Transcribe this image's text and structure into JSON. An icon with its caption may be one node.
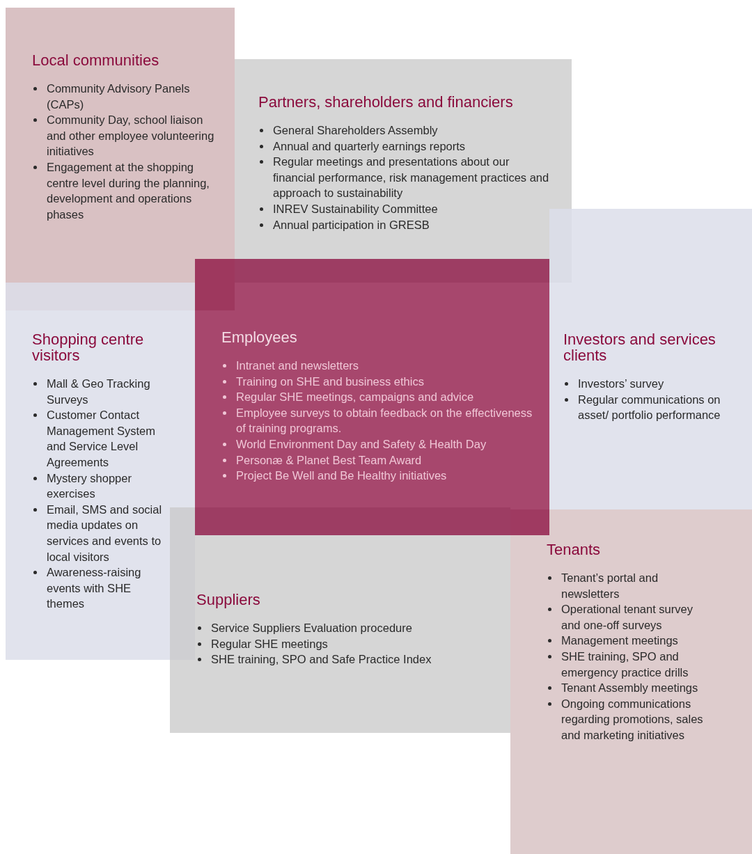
{
  "diagram": {
    "nodes": [
      {
        "text": [
          "Local communities",
          "Community Advisory Panels (CAPs)",
          "Community Day, school liaison and other employee volunteering initiatives",
          "Engagement at the shopping centre level during the planning, development and operations phases"
        ]
      },
      {
        "text": [
          "Partners, shareholders and financiers",
          "General Shareholders Assembly",
          "Annual and quarterly earnings reports",
          "Regular meetings and presentations about our financial performance, risk management practices and approach to sustainability",
          "INREV Sustainability Committee",
          "Annual participation in GRESB"
        ]
      },
      {
        "text": [
          "Shopping centre visitors",
          "Mall & Geo Tracking Surveys",
          "Customer Contact Management System and Service Level Agreements",
          "Mystery shopper exercises",
          "Email, SMS and social media updates on services and events to local visitors",
          "Awareness-raising events with SHE themes"
        ]
      },
      {
        "text": [
          "Employees",
          "Intranet and newsletters",
          "Training on SHE and business ethics",
          "Regular SHE meetings, campaigns and advice",
          "Employee surveys to obtain feedback on the effectiveness of training programs.",
          "World Environment Day and Safety & Health Day",
          "Personæ & Planet Best Team Award",
          "Project Be Well and Be Healthy initiatives"
        ]
      },
      {
        "text": [
          "Investors and services clients",
          "Investors’ survey",
          "Regular communications on asset/ portfolio performance"
        ]
      },
      {
        "text": [
          "Suppliers",
          "Service Suppliers Evaluation procedure",
          "Regular SHE meetings",
          "SHE training, SPO and Safe Practice Index"
        ]
      },
      {
        "text": [
          "Tenants",
          "Tenant’s portal and newsletters",
          "Operational tenant survey and one-off surveys",
          "Management meetings",
          "SHE training, SPO and emergency practice drills",
          "Tenant Assembly meetings",
          "Ongoing communications regarding promotions, sales and marketing initiatives"
        ]
      }
    ]
  }
}
